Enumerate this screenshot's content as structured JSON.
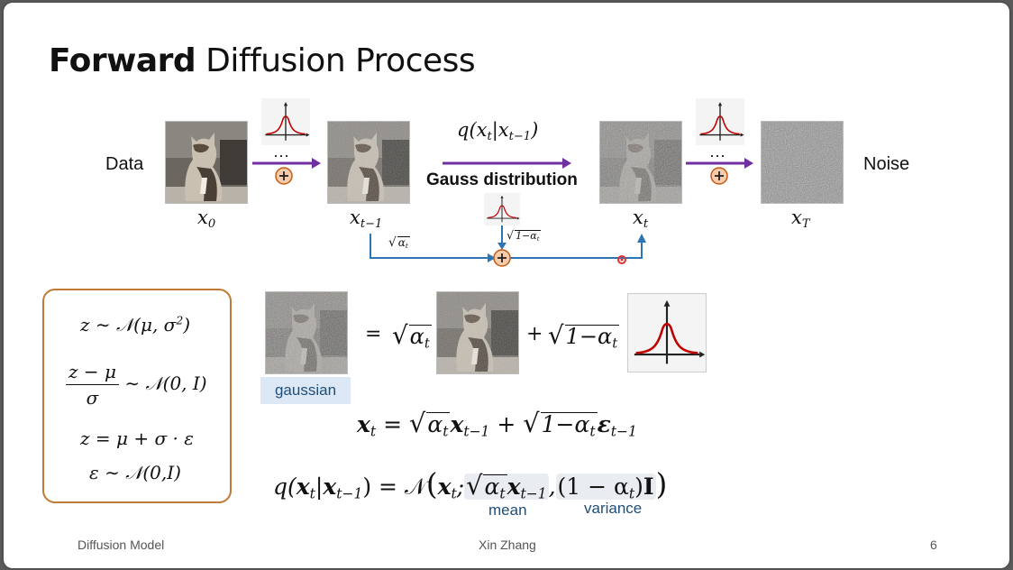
{
  "slide": {
    "title_bold": "Forward",
    "title_rest": " Diffusion Process",
    "top_row": {
      "data_label": "Data",
      "noise_label": "Noise",
      "x0": "x",
      "x0_sub": "0",
      "xt1": "x",
      "xt1_sub": "t−1",
      "xt": "x",
      "xt_sub": "t",
      "xT": "x",
      "xT_sub": "T",
      "q_label": "q(x",
      "q_sub1": "t",
      "q_mid": "|x",
      "q_sub2": "t−1",
      "q_close": ")",
      "gauss_label": "Gauss distribution",
      "dots": "···",
      "plus": "+",
      "sqrt_alpha": "α",
      "sqrt_alpha_sub": "t",
      "sqrt_one_minus": "1−α",
      "sqrt_one_minus_sub": "t"
    },
    "box": {
      "line1": "z ∼ 𝒩(μ,  σ",
      "line1_sup": "2",
      "line1_end": ")",
      "line2_num": "z − μ",
      "line2_den": "σ",
      "line2_rest": " ∼ 𝒩(0,  I)",
      "line3": "z = μ + σ · ε",
      "line4": "ε ∼ 𝒩(0,I)"
    },
    "equation_row": {
      "equals": "=",
      "plus": "+",
      "alpha": "α",
      "alpha_sub": "t",
      "one_minus": "1−α",
      "one_minus_sub": "t",
      "gaussian_tag": "gaussian"
    },
    "eq1": {
      "lhs": "x",
      "lhs_sub": "t",
      "eq": " = ",
      "alpha": "α",
      "alpha_sub": "t",
      "x": "x",
      "x_sub": "t−1",
      "plus": " + ",
      "one_minus": "1−α",
      "one_minus_sub": "t",
      "eps": "ε",
      "eps_sub": "t−1"
    },
    "eq2": {
      "q": "q(",
      "x1": "x",
      "x1_sub": "t",
      "bar": "|",
      "x2": "x",
      "x2_sub": "t−1",
      "close": ") = 𝒩",
      "open": "(",
      "x3": "x",
      "x3_sub": "t",
      "semi": ";",
      "alpha": "α",
      "alpha_sub": "t",
      "x4": "x",
      "x4_sub": "t−1",
      "comma": ",",
      "var": "(1 − α",
      "var_sub": "t",
      "var_end": ")",
      "identity": "I",
      "close2": ")",
      "mean_label": "mean",
      "variance_label": "variance"
    },
    "footer": {
      "left": "Diffusion Model",
      "center": "Xin Zhang",
      "page": "6"
    }
  },
  "colors": {
    "purple_arrow": "#7030a0",
    "blue_arrow": "#2e75b6",
    "box_border": "#c07a36",
    "plus_fill": "#f8cbad",
    "plus_stroke": "#c55a11",
    "bell_curve": "#c00000",
    "callout_text": "#1f4e79",
    "tag_bg": "#dce8f5",
    "cursor_dot": "#e03030"
  },
  "icons": [
    "gaussian-bell-icon",
    "plus-circle-icon",
    "cat-image",
    "noise-image",
    "arrow-icon",
    "cursor-dot"
  ]
}
